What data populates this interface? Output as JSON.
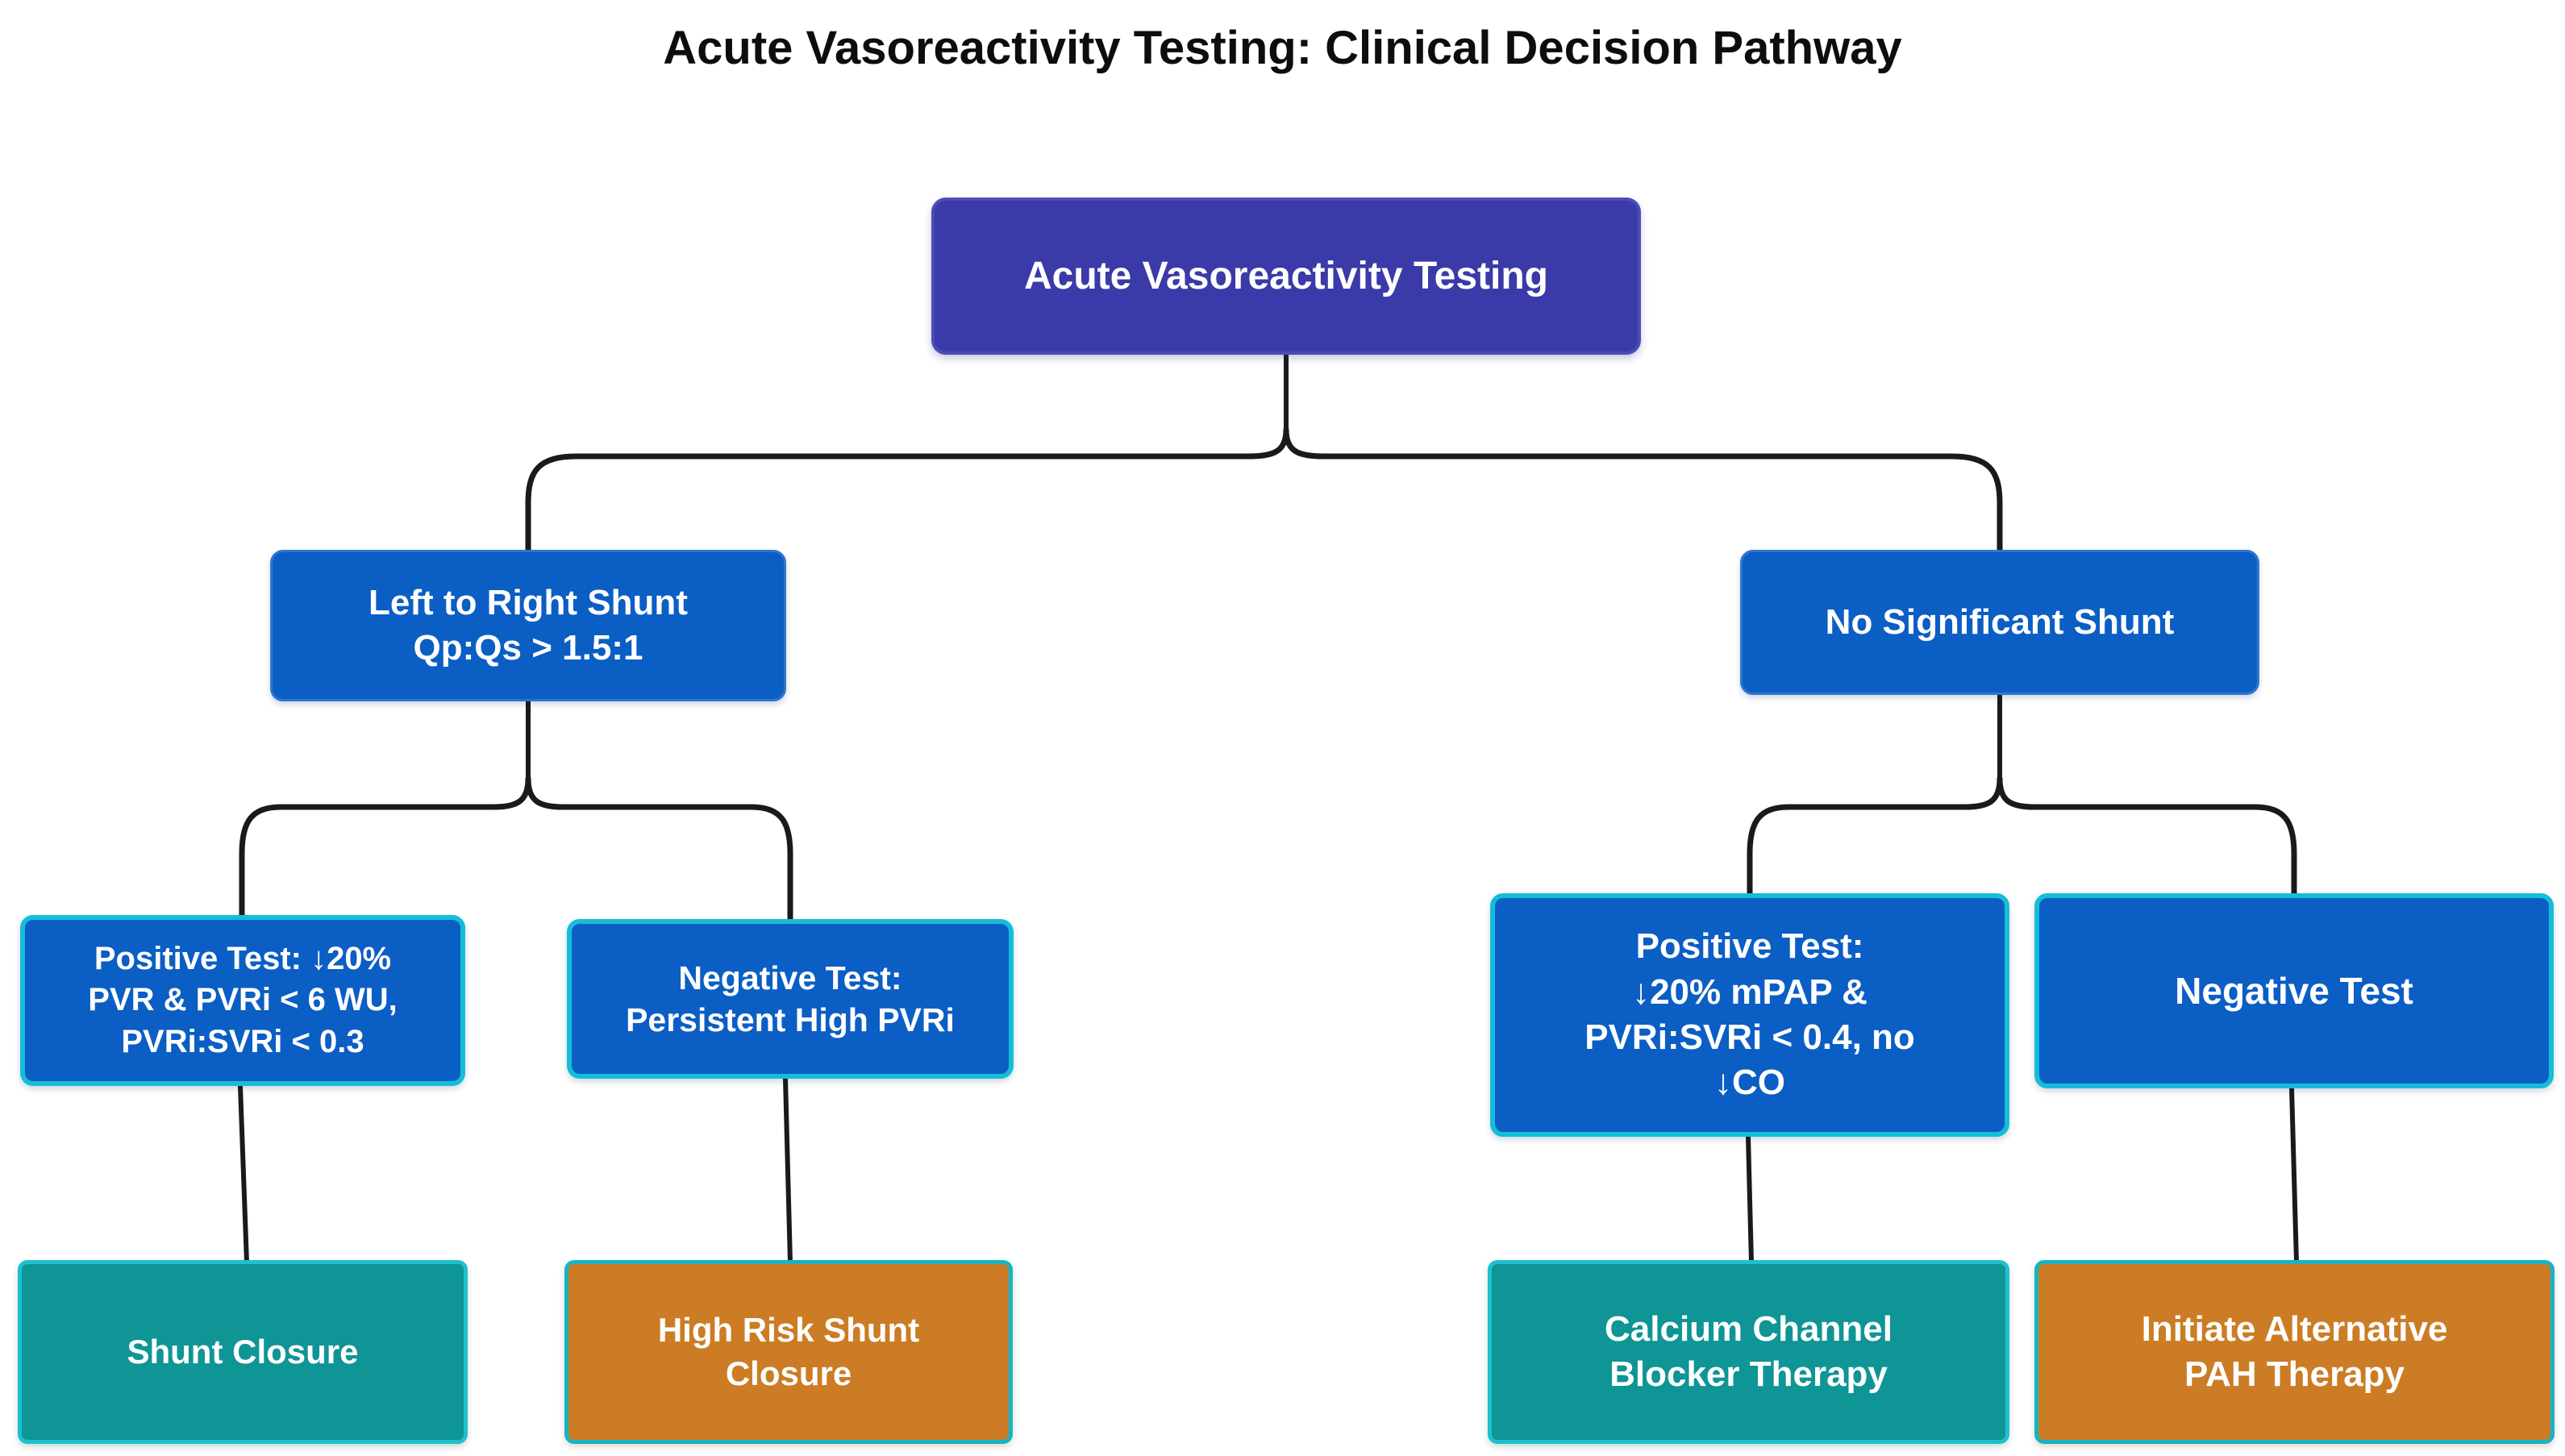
{
  "title": "Acute Vasoreactivity Testing: Clinical Decision Pathway",
  "colors": {
    "root_bg": "#3a3aa8",
    "decision_blue": "#0b5ec4",
    "accent_cyan_border": "#15bdd8",
    "outcome_teal": "#0f9595",
    "outcome_orange": "#cc7c24",
    "connector_line": "#1a1a1a",
    "node_text": "#ffffff",
    "title_text": "#0d0d0d"
  },
  "flowchart": {
    "root": {
      "label": "Acute Vasoreactivity Testing"
    },
    "branch_shunt": {
      "label": "Left to Right Shunt\nQp:Qs > 1.5:1"
    },
    "branch_no_shunt": {
      "label": "No Significant Shunt"
    },
    "shunt_positive": {
      "label": "Positive Test: ↓20%\nPVR & PVRi < 6 WU,\nPVRi:SVRi < 0.3"
    },
    "shunt_negative": {
      "label": "Negative Test:\nPersistent High PVRi"
    },
    "no_shunt_positive": {
      "label": "Positive Test:\n↓20% mPAP &\nPVRi:SVRi < 0.4, no\n↓CO"
    },
    "no_shunt_negative": {
      "label": "Negative Test"
    },
    "outcome_shunt_closure": {
      "label": "Shunt Closure"
    },
    "outcome_high_risk_closure": {
      "label": "High Risk Shunt\nClosure"
    },
    "outcome_ccb_therapy": {
      "label": "Calcium Channel\nBlocker Therapy"
    },
    "outcome_alt_pah_therapy": {
      "label": "Initiate Alternative\nPAH Therapy"
    }
  }
}
